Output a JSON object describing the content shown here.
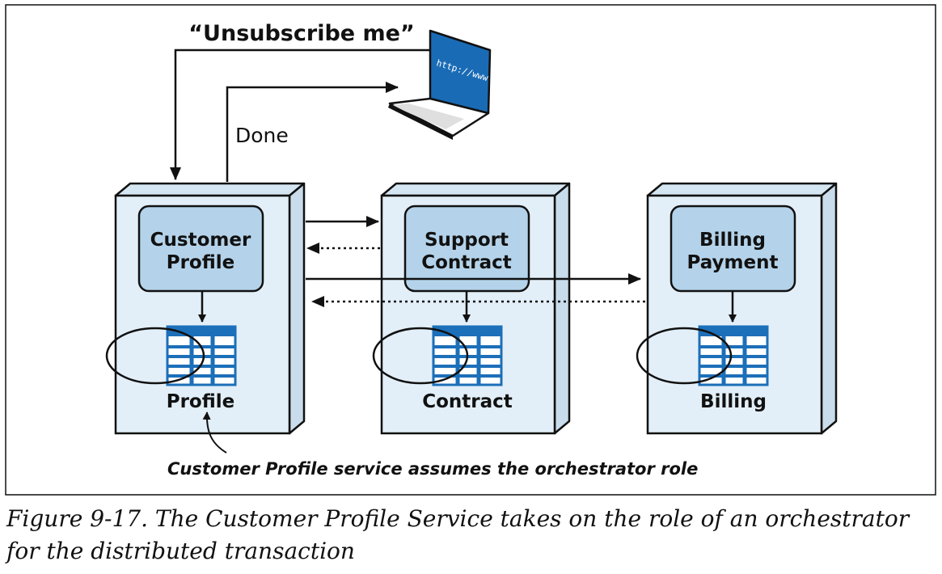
{
  "request_label": "“Unsubscribe me”",
  "done_label": "Done",
  "laptop_screen_text": "http://www",
  "services": [
    {
      "name_line1": "Customer",
      "name_line2": "Profile",
      "db_label": "Profile"
    },
    {
      "name_line1": "Support",
      "name_line2": "Contract",
      "db_label": "Contract"
    },
    {
      "name_line1": "Billing",
      "name_line2": "Payment",
      "db_label": "Billing"
    }
  ],
  "annotation": "Customer Profile service assumes the orchestrator role",
  "caption": "Figure 9-17. The Customer Profile Service takes on the role of an orchestrator for the distributed transaction",
  "colors": {
    "container_fill": "#e3eff8",
    "module_fill": "#b4d3ea",
    "table_blue": "#1c6fb9",
    "laptop_screen": "#1a6bb5",
    "stroke": "#111111"
  }
}
